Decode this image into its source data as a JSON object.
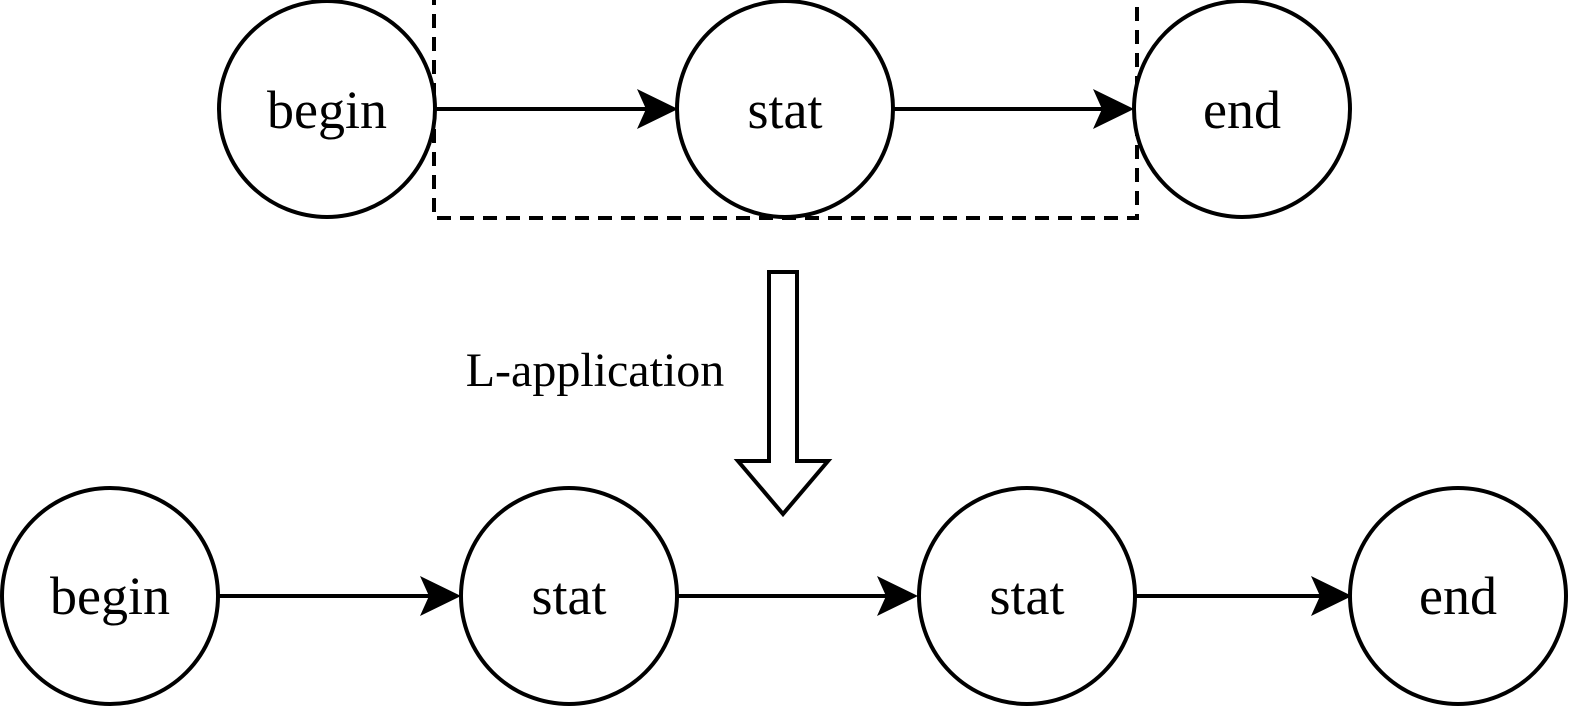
{
  "top_row": {
    "nodes": [
      {
        "label": "begin"
      },
      {
        "label": "stat"
      },
      {
        "label": "end"
      }
    ]
  },
  "transformation": {
    "label": "L-application"
  },
  "bottom_row": {
    "nodes": [
      {
        "label": "begin"
      },
      {
        "label": "stat"
      },
      {
        "label": "stat"
      },
      {
        "label": "end"
      }
    ]
  }
}
